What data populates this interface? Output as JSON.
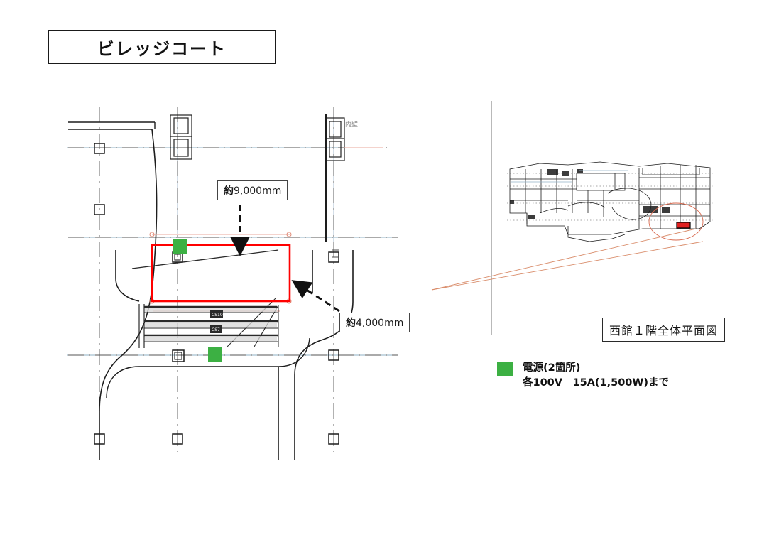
{
  "document": {
    "title": "ビレッジコート",
    "sheet_type": "venue-layout-plan"
  },
  "callouts": [
    {
      "id": "width",
      "prefix": "約",
      "value": "9,000mm",
      "target": "event-area-width"
    },
    {
      "id": "depth",
      "prefix": "約",
      "value": "4,000mm",
      "target": "event-area-depth"
    }
  ],
  "right_panel": {
    "caption": "西館１階全体平面図",
    "annotation_marker": "location-highlight"
  },
  "legend": {
    "swatch_color": "#3cb043",
    "line1": "電源(2箇所)",
    "line2": "各100V　15A(1,500W)まで"
  },
  "left_drawing": {
    "area_label": "event-area",
    "area_outline_color": "#ff0000",
    "grid_annotation": "内壁",
    "step_labels": [
      "CS10",
      "CS7"
    ],
    "power_outlet_count": 2
  },
  "colors": {
    "red": "#ff0000",
    "green": "#3cb043",
    "leader_orange": "#d98c6a",
    "ink": "#1a1a1a",
    "grid_blue": "#8aa6bd"
  }
}
